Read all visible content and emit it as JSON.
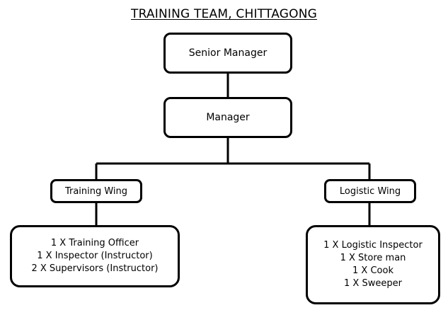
{
  "title": "TRAINING TEAM, CHITTAGONG",
  "nodes": {
    "senior_manager": "Senior Manager",
    "manager": "Manager",
    "training_wing": "Training Wing",
    "logistic_wing": "Logistic Wing"
  },
  "training_wing_staff": [
    "1 X Training Officer",
    "1 X Inspector (Instructor)",
    "2 X Supervisors (Instructor)"
  ],
  "logistic_wing_staff": [
    "1 X Logistic Inspector",
    "1 X Store man",
    "1 X Cook",
    "1 X Sweeper"
  ],
  "colors": {
    "line": "#000000",
    "background": "#ffffff"
  }
}
